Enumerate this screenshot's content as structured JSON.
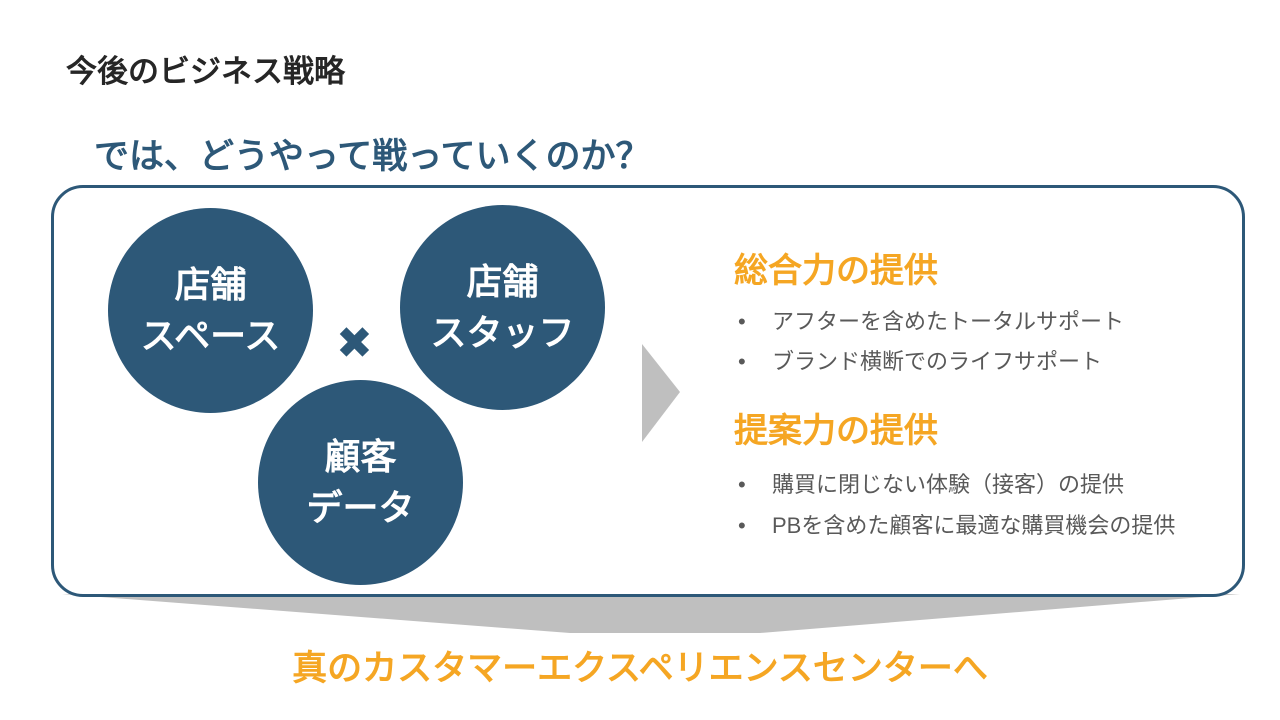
{
  "slide": {
    "title": "今後のビジネス戦略",
    "subtitle": "では、どうやって戦っていくのか？",
    "circles": [
      {
        "line1": "店舗",
        "line2": "スペース"
      },
      {
        "line1": "店舗",
        "line2": "スタッフ"
      },
      {
        "line1": "顧客",
        "line2": "データ"
      }
    ],
    "multiply_symbol": "✖",
    "sections": [
      {
        "heading": "総合力の提供",
        "bullets": [
          "アフターを含めたトータルサポート",
          "ブランド横断でのライフサポート"
        ]
      },
      {
        "heading": "提案力の提供",
        "bullets": [
          "購買に閉じない体験（接客）の提供",
          "PBを含めた顧客に最適な購買機会の提供"
        ]
      }
    ],
    "bullet_char": "•",
    "conclusion": "真のカスタマーエクスペリエンスセンターへ"
  },
  "colors": {
    "navy": "#2d5878",
    "orange": "#f5a623",
    "gray": "#bfbfbf",
    "text": "#595959"
  }
}
